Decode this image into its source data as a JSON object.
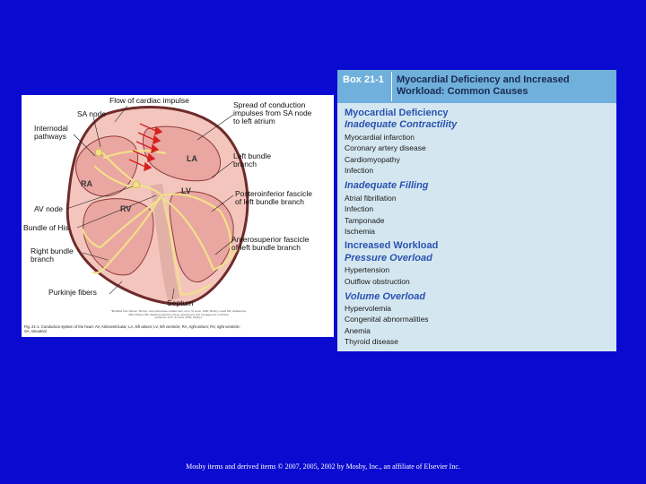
{
  "figure": {
    "labels": {
      "flow": "Flow of cardiac impulse",
      "sa_node": "SA node",
      "internodal": "Internodal\npathways",
      "spread": "Spread of conduction\nimpulses from SA node\nto left atrium",
      "left_bundle": "Left bundle\nbranch",
      "posteroinferior": "Posteroinferior fascicle\nof left bundle branch",
      "av_node": "AV node",
      "bundle_his": "Bundle of His",
      "right_bundle": "Right bundle\nbranch",
      "anterosuperior": "Anterosuperior fascicle\nof left bundle branch",
      "purkinje": "Purkinje fibers",
      "septum": "Septum"
    },
    "chambers": {
      "la": "LA",
      "ra": "RA",
      "lv": "LV",
      "rv": "RV"
    },
    "credit": "*Modified from Weiner, Murray: Comprehensive cardiac care, ed 4, St Louis, 1990, Mosby; Lewis SM, Heitkemper\nMM, Dirksen SR: Medical-surgical nursing: assessment and management of clinical\nproblems, ed 5, St Louis, 2000, Mosby.)",
    "caption": "Fig. 21-1. Conduction system of the heart. AV, Atrioventricular; LA, left atrium; LV, left ventricle; RA, right atrium; RV, right ventricle;\nSA, sinoatrial"
  },
  "box": {
    "number": "Box 21-1",
    "title": "Myocardial Deficiency and Increased\nWorkload: Common Causes",
    "sections": [
      {
        "type": "sec",
        "text": "Myocardial Deficiency"
      },
      {
        "type": "sub",
        "text": "Inadequate Contractility"
      },
      {
        "type": "item",
        "text": "Myocardial infarction"
      },
      {
        "type": "item",
        "text": "Coronary artery disease"
      },
      {
        "type": "item",
        "text": "Cardiomyopathy"
      },
      {
        "type": "item",
        "text": "Infection"
      },
      {
        "type": "sub",
        "text": "Inadequate Filling"
      },
      {
        "type": "item",
        "text": "Atrial fibrillation"
      },
      {
        "type": "item",
        "text": "Infection"
      },
      {
        "type": "item",
        "text": "Tamponade"
      },
      {
        "type": "item",
        "text": "Ischemia"
      },
      {
        "type": "sec",
        "text": "Increased Workload"
      },
      {
        "type": "sub",
        "text": "Pressure Overload"
      },
      {
        "type": "item",
        "text": "Hypertension"
      },
      {
        "type": "item",
        "text": "Outflow obstruction"
      },
      {
        "type": "sub",
        "text": "Volume Overload"
      },
      {
        "type": "item",
        "text": "Hypervolemia"
      },
      {
        "type": "item",
        "text": "Congenital abnormalities"
      },
      {
        "type": "item",
        "text": "Anemia"
      },
      {
        "type": "item",
        "text": "Thyroid disease"
      }
    ]
  },
  "footer": "Mosby items and derived items © 2007, 2005, 2002 by Mosby, Inc., an affiliate of Elsevier Inc."
}
